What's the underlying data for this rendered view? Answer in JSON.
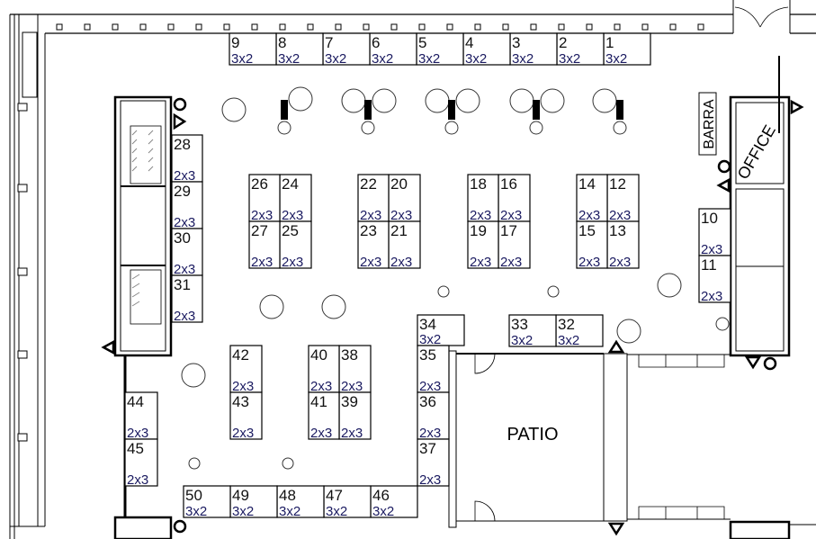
{
  "labels": {
    "patio": "PATIO",
    "barra": "BARRA",
    "office": "OFFICE"
  },
  "booths": [
    {
      "id": "1",
      "size": "3x2"
    },
    {
      "id": "2",
      "size": "3x2"
    },
    {
      "id": "3",
      "size": "3x2"
    },
    {
      "id": "4",
      "size": "3x2"
    },
    {
      "id": "5",
      "size": "3x2"
    },
    {
      "id": "6",
      "size": "3x2"
    },
    {
      "id": "7",
      "size": "3x2"
    },
    {
      "id": "8",
      "size": "3x2"
    },
    {
      "id": "9",
      "size": "3x2"
    },
    {
      "id": "10",
      "size": "2x3"
    },
    {
      "id": "11",
      "size": "2x3"
    },
    {
      "id": "12",
      "size": "2x3"
    },
    {
      "id": "13",
      "size": "2x3"
    },
    {
      "id": "14",
      "size": "2x3"
    },
    {
      "id": "15",
      "size": "2x3"
    },
    {
      "id": "16",
      "size": "2x3"
    },
    {
      "id": "17",
      "size": "2x3"
    },
    {
      "id": "18",
      "size": "2x3"
    },
    {
      "id": "19",
      "size": "2x3"
    },
    {
      "id": "20",
      "size": "2x3"
    },
    {
      "id": "21",
      "size": "2x3"
    },
    {
      "id": "22",
      "size": "2x3"
    },
    {
      "id": "23",
      "size": "2x3"
    },
    {
      "id": "24",
      "size": "2x3"
    },
    {
      "id": "25",
      "size": "2x3"
    },
    {
      "id": "26",
      "size": "2x3"
    },
    {
      "id": "27",
      "size": "2x3"
    },
    {
      "id": "28",
      "size": "2x3"
    },
    {
      "id": "29",
      "size": "2x3"
    },
    {
      "id": "30",
      "size": "2x3"
    },
    {
      "id": "31",
      "size": "2x3"
    },
    {
      "id": "32",
      "size": "3x2"
    },
    {
      "id": "33",
      "size": "3x2"
    },
    {
      "id": "34",
      "size": "3x2"
    },
    {
      "id": "35",
      "size": "2x3"
    },
    {
      "id": "36",
      "size": "2x3"
    },
    {
      "id": "37",
      "size": "2x3"
    },
    {
      "id": "38",
      "size": "2x3"
    },
    {
      "id": "39",
      "size": "2x3"
    },
    {
      "id": "40",
      "size": "2x3"
    },
    {
      "id": "41",
      "size": "2x3"
    },
    {
      "id": "42",
      "size": "2x3"
    },
    {
      "id": "43",
      "size": "2x3"
    },
    {
      "id": "44",
      "size": "2x3"
    },
    {
      "id": "45",
      "size": "2x3"
    },
    {
      "id": "46",
      "size": "3x2"
    },
    {
      "id": "47",
      "size": "3x2"
    },
    {
      "id": "48",
      "size": "3x2"
    },
    {
      "id": "49",
      "size": "3x2"
    },
    {
      "id": "50",
      "size": "3x2"
    }
  ]
}
